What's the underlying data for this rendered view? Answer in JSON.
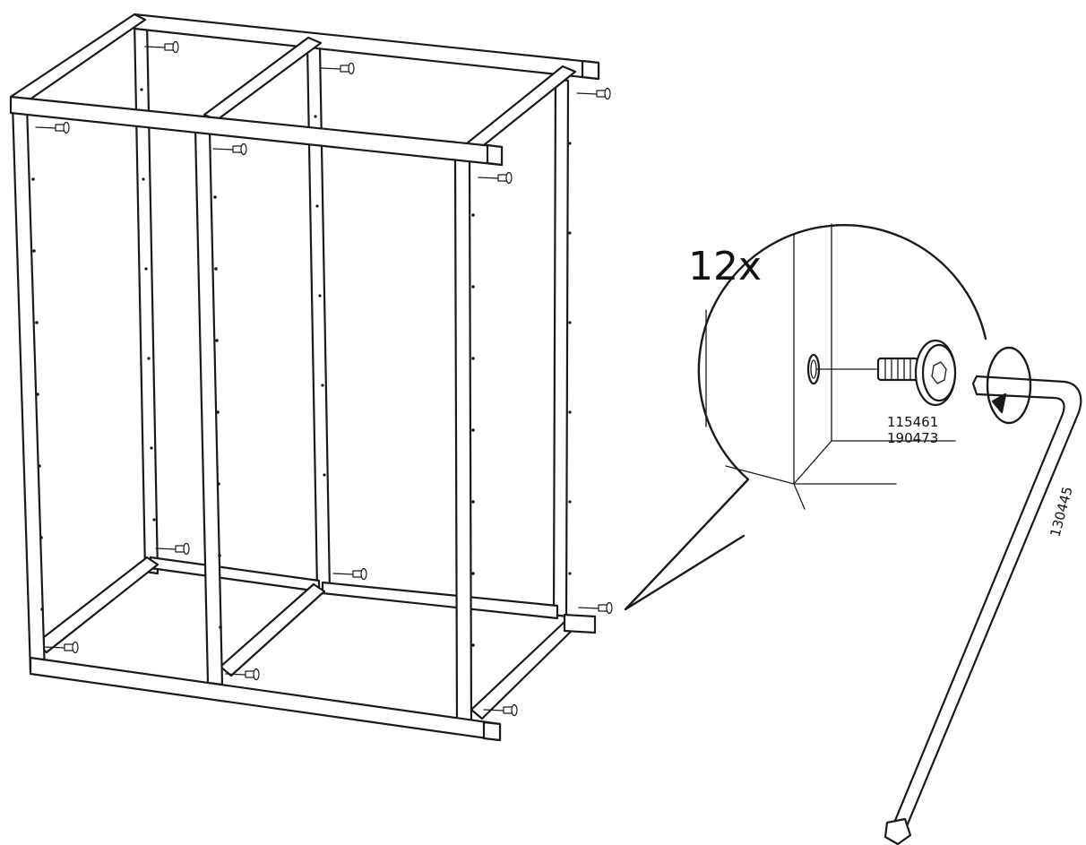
{
  "instruction": {
    "quantity_label": "12x",
    "part_numbers": [
      "115461",
      "190473"
    ],
    "tool_number": "130445",
    "rotation": "clockwise"
  }
}
